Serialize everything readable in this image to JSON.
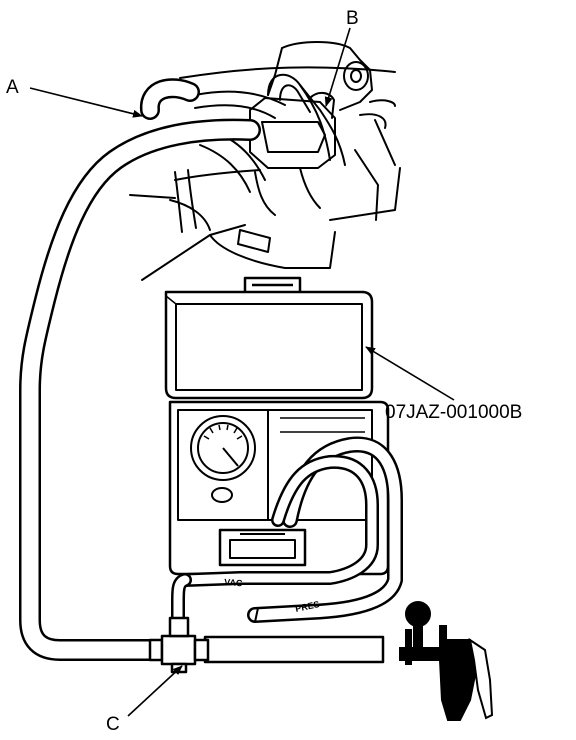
{
  "callouts": {
    "a": "A",
    "b": "B",
    "c": "C",
    "tool_number": "07JAZ-001000B"
  },
  "hose_markings": {
    "vac": "VAC",
    "pres": "PRES"
  }
}
